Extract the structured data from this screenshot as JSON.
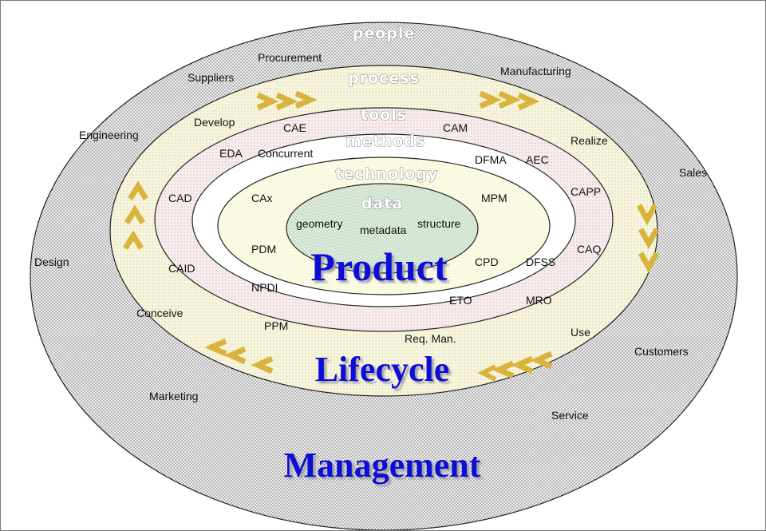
{
  "colors": {
    "people_ring": "#e9e9e9",
    "process_ring": "#f6f3dc",
    "tools_ring": "#f7ecec",
    "methods_ring": "#ffffff",
    "technology_ring": "#fbfbe4",
    "data_core": "#e2f0e2",
    "arrows": "#d8b43c",
    "title_text": "#0a0ad8"
  },
  "ring_titles": {
    "people": "people",
    "process": "process",
    "tools": "tools",
    "methods": "methods",
    "technology": "technology",
    "data": "data"
  },
  "titles": {
    "product": "Product",
    "lifecycle": "Lifecycle",
    "management": "Management"
  },
  "people": {
    "procurement": "Procurement",
    "suppliers": "Suppliers",
    "manufacturing": "Manufacturing",
    "engineering": "Engineering",
    "sales": "Sales",
    "design": "Design",
    "customers": "Customers",
    "marketing": "Marketing",
    "service": "Service"
  },
  "process": {
    "develop": "Develop",
    "realize": "Realize",
    "conceive": "Conceive",
    "use": "Use"
  },
  "tools": {
    "cae": "CAE",
    "cam": "CAM",
    "eda": "EDA",
    "aec": "AEC",
    "cad": "CAD",
    "capp": "CAPP",
    "caid": "CAID",
    "caq": "CAQ",
    "ppm": "PPM",
    "req_man": "Req. Man.",
    "mro": "MRO",
    "dfss": "DFSS"
  },
  "methods": {
    "concurrent": "Concurrent",
    "dfma": "DFMA",
    "cax": "CAx",
    "mpm": "MPM",
    "pdm": "PDM",
    "cpd": "CPD",
    "npdi": "NPDI",
    "eto": "ETO"
  },
  "data": {
    "geometry": "geometry",
    "metadata": "metadata",
    "structure": "structure"
  },
  "arrow_glyphs": {
    "right": ">>>",
    "left": "<<<",
    "down": "v",
    "up": "^"
  }
}
